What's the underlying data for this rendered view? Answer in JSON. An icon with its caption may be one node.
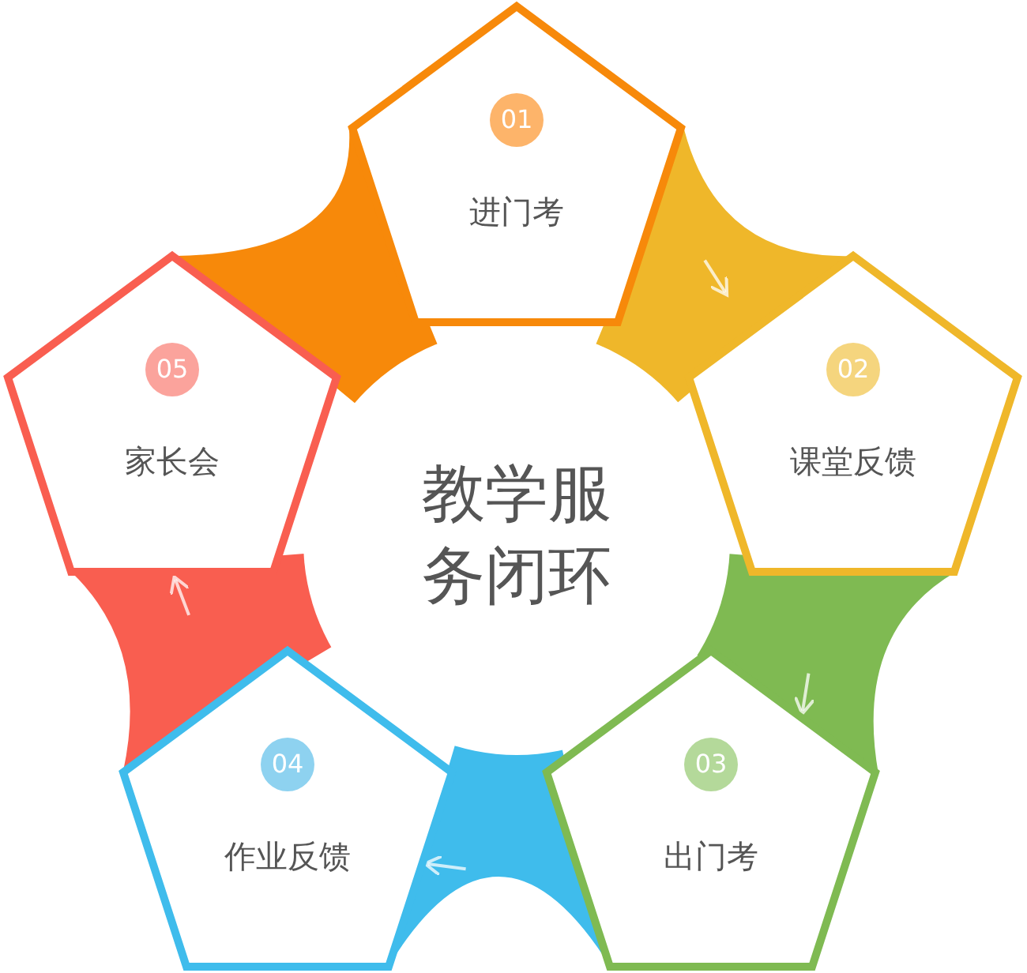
{
  "diagram": {
    "nodes": [
      {
        "text": [
          "教学服务闭环"
        ]
      },
      {
        "text": [
          "01",
          "进门考"
        ]
      },
      {
        "text": [
          "02",
          "课堂反馈"
        ]
      },
      {
        "text": [
          "03",
          "出门考"
        ]
      },
      {
        "text": [
          "04",
          "作业反馈"
        ]
      },
      {
        "text": [
          "05",
          "家长会"
        ]
      }
    ],
    "edges": [
      {
        "from": 1,
        "to": 2,
        "arrow": "to"
      },
      {
        "from": 2,
        "to": 3,
        "arrow": "to"
      },
      {
        "from": 3,
        "to": 4,
        "arrow": "to"
      },
      {
        "from": 4,
        "to": 5,
        "arrow": "to"
      }
    ]
  }
}
